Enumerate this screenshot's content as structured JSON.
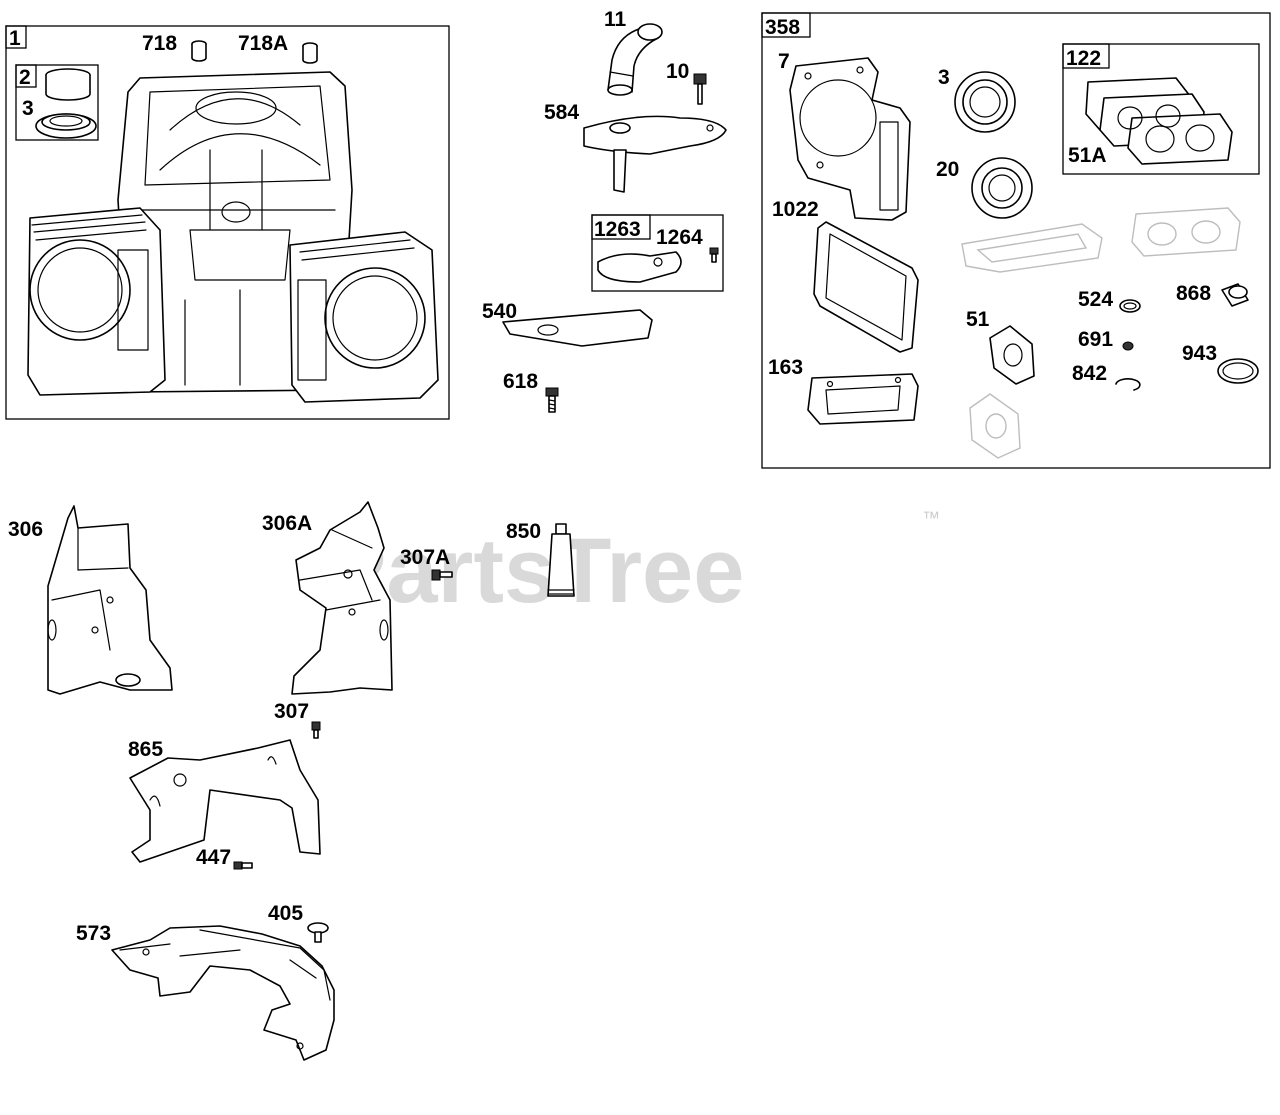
{
  "watermark": {
    "brand": "PartsTree",
    "trademark": "™"
  },
  "groups": {
    "g1": "1",
    "g2": "2",
    "g358": "358",
    "g122": "122",
    "g1263": "1263"
  },
  "labels": {
    "p718": "718",
    "p718A": "718A",
    "p3a": "3",
    "p11": "11",
    "p10": "10",
    "p584": "584",
    "p1264": "1264",
    "p540": "540",
    "p618": "618",
    "p7": "7",
    "p3b": "3",
    "p20": "20",
    "p51A": "51A",
    "p1022": "1022",
    "p524": "524",
    "p868": "868",
    "p51": "51",
    "p691": "691",
    "p943": "943",
    "p163": "163",
    "p842": "842",
    "p306": "306",
    "p306A": "306A",
    "p307A": "307A",
    "p850": "850",
    "p307": "307",
    "p865": "865",
    "p447": "447",
    "p573": "573",
    "p405": "405"
  }
}
